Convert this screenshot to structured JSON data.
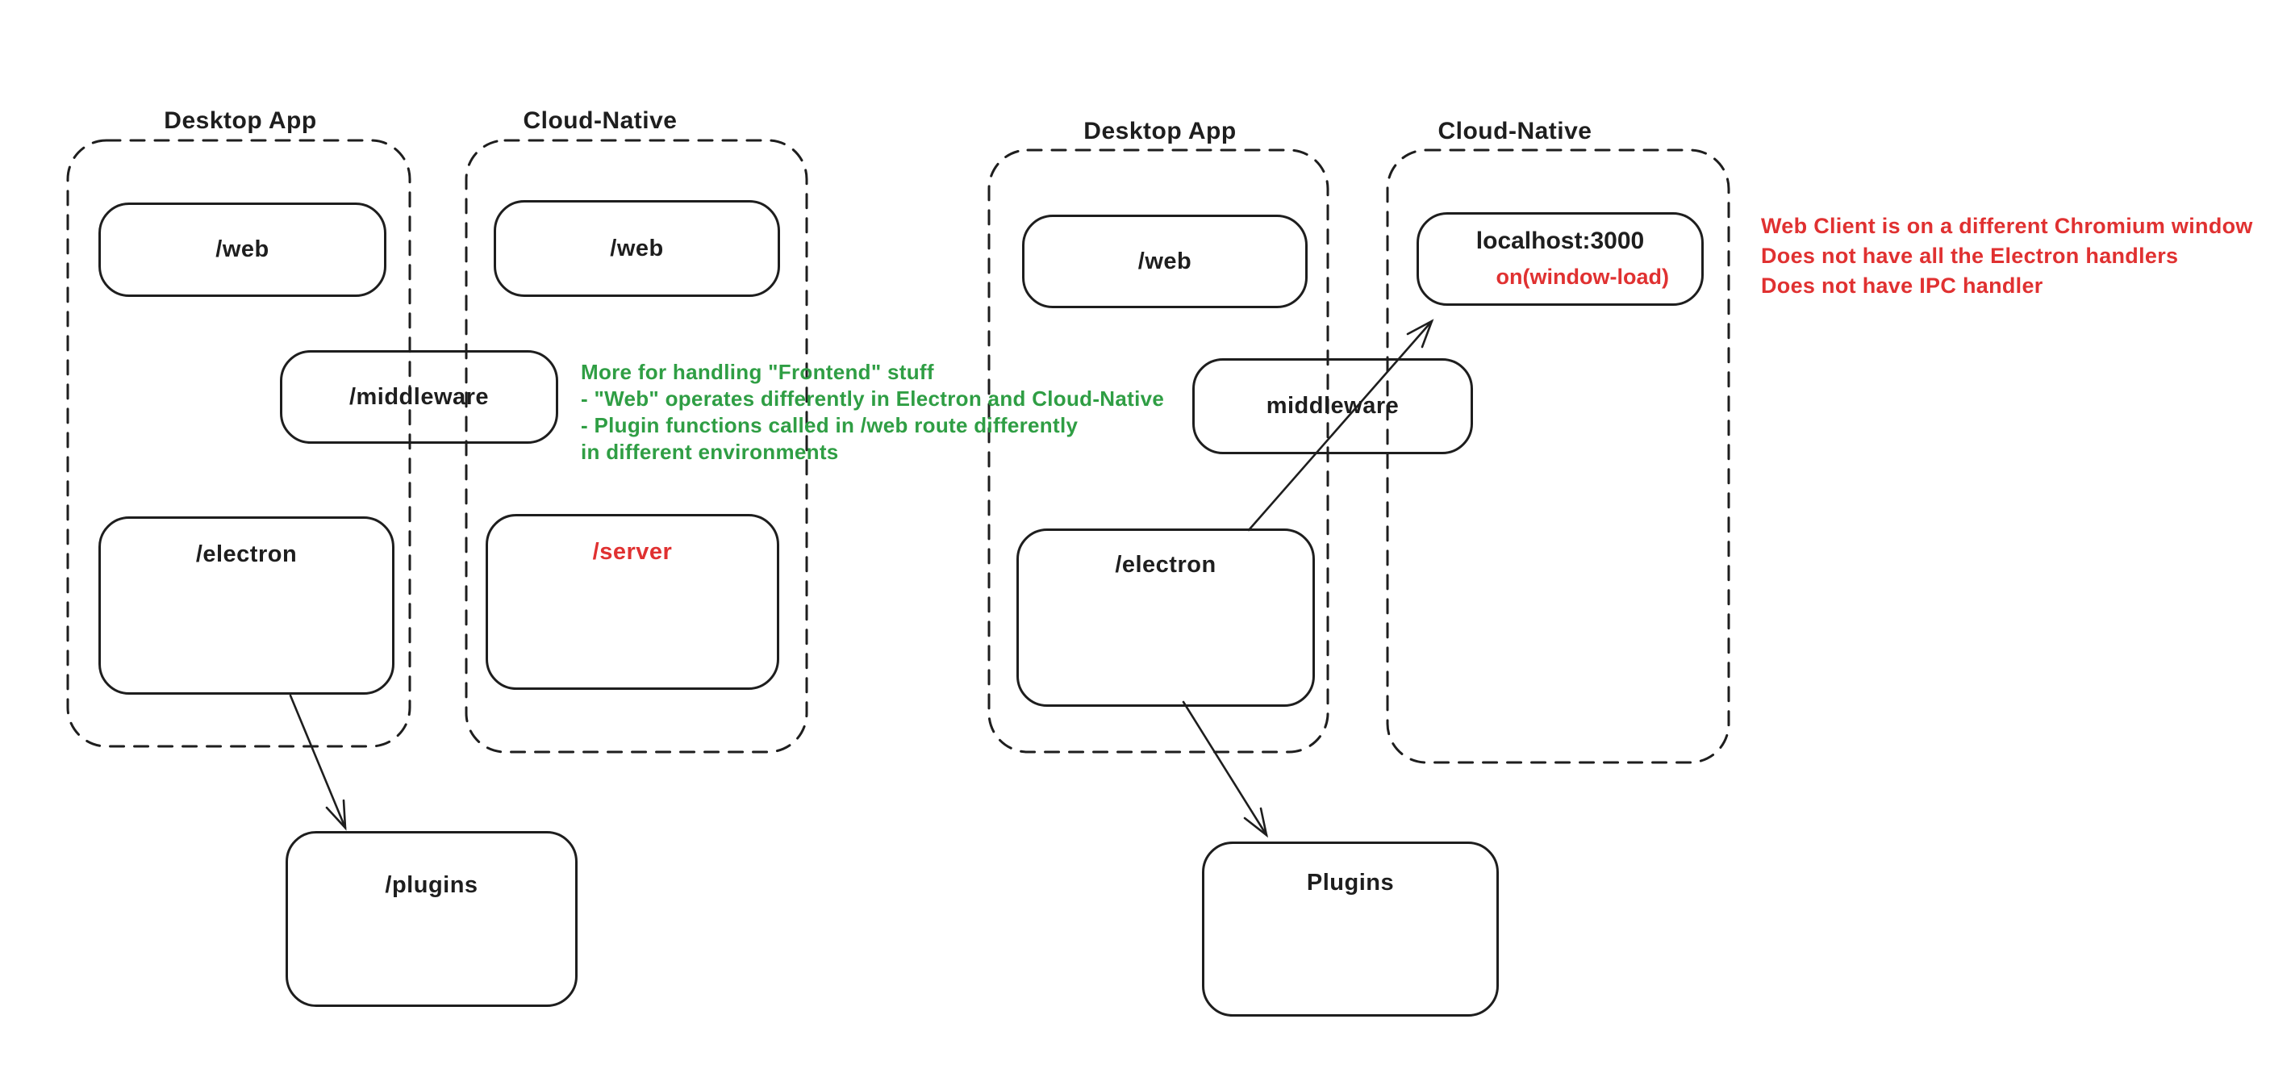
{
  "colors": {
    "background": "#ffffff",
    "ink": "#1e1e1e",
    "red": "#e03131",
    "green": "#2f9e44"
  },
  "left": {
    "desktop_label": "Desktop App",
    "cloud_label": "Cloud-Native",
    "boxes": {
      "web_desktop": "/web",
      "web_cloud": "/web",
      "middleware": "/middleware",
      "electron": "/electron",
      "server": "/server",
      "plugins": "/plugins"
    },
    "green_note": {
      "color": "#2f9e44",
      "lines": [
        "More for handling \"Frontend\" stuff",
        "- \"Web\" operates differently in Electron and Cloud-Native",
        "- Plugin functions called in /web route differently",
        "in different environments"
      ]
    }
  },
  "right": {
    "desktop_label": "Desktop App",
    "cloud_label": "Cloud-Native",
    "boxes": {
      "web": "/web",
      "localhost": "localhost:3000",
      "window_load_event": "on(window-load)",
      "middleware": "middleware",
      "electron": "/electron",
      "plugins": "Plugins"
    },
    "red_note": {
      "color": "#e03131",
      "lines": [
        "Web Client is on a different Chromium window",
        "Does not have all the Electron handlers",
        "Does not have IPC handler"
      ]
    }
  }
}
